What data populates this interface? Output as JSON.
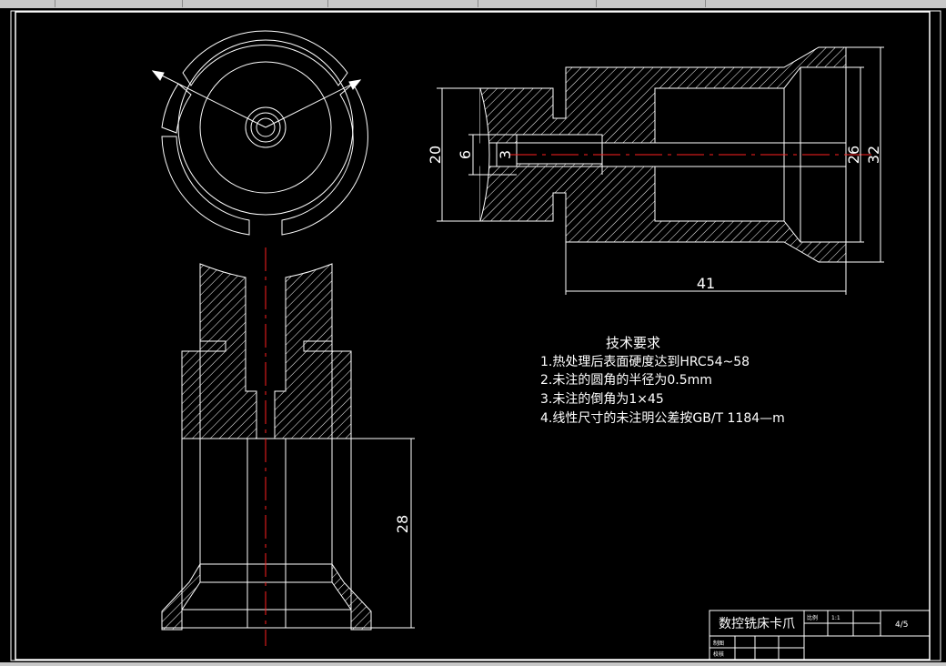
{
  "drawing": {
    "tech_title": "技术要求",
    "tech_notes": [
      "1.热处理后表面硬度达到HRC54~58",
      "2.未注的圆角的半径为0.5mm",
      "3.未注的倒角为1×45",
      "4.线性尺寸的未注明公差按GB/T 1184—m"
    ],
    "dimensions": {
      "d20": "20",
      "d6": "6",
      "d3": "3",
      "d26": "26",
      "d32": "32",
      "d41": "41",
      "d28": "28"
    },
    "title_block": {
      "part_name": "数控铣床卡爪",
      "scale_label": "比例",
      "scale_value": "1:1",
      "sheet": "4/5",
      "drawn_label": "制图",
      "checked_label": "校核"
    }
  },
  "colors": {
    "background": "#000000",
    "line": "#ffffff",
    "centerline": "#ff2020",
    "frame_chrome": "#c8c8c8"
  }
}
